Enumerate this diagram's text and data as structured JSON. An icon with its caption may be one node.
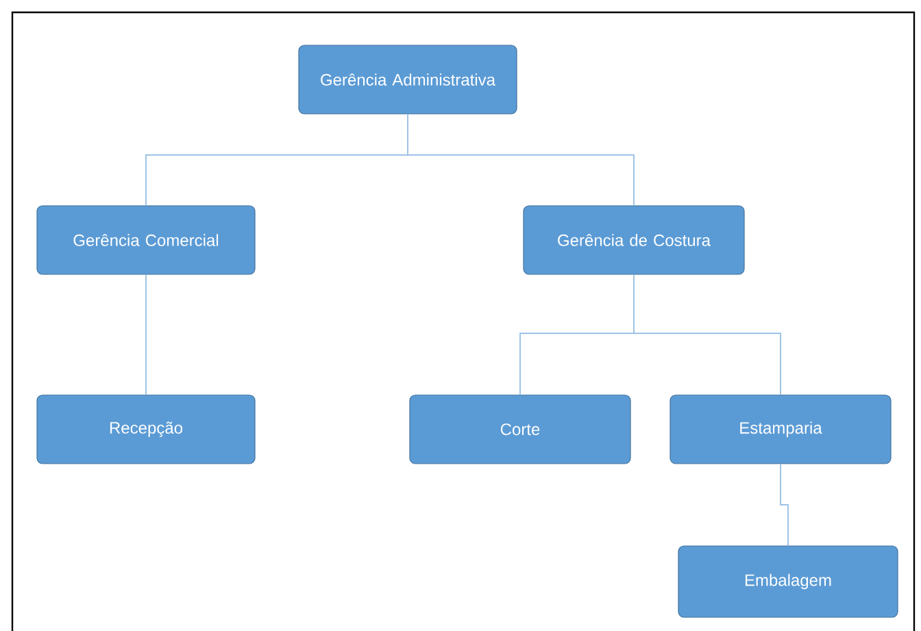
{
  "diagram": {
    "nodes": [
      {
        "text": [
          "Gerência Administrativa"
        ]
      },
      {
        "text": [
          "Gerência Comercial"
        ]
      },
      {
        "text": [
          "Gerência de Costura"
        ]
      },
      {
        "text": [
          "Recepção"
        ]
      },
      {
        "text": [
          "Corte"
        ]
      },
      {
        "text": [
          "Estamparia"
        ]
      },
      {
        "text": [
          "Embalagem"
        ]
      }
    ],
    "edges": [
      {
        "from": 0,
        "to": 1,
        "arrow": "none"
      },
      {
        "from": 0,
        "to": 2,
        "arrow": "none"
      },
      {
        "from": 1,
        "to": 3,
        "arrow": "none"
      },
      {
        "from": 2,
        "to": 4,
        "arrow": "none"
      },
      {
        "from": 2,
        "to": 5,
        "arrow": "none"
      },
      {
        "from": 5,
        "to": 6,
        "arrow": "none"
      }
    ]
  }
}
